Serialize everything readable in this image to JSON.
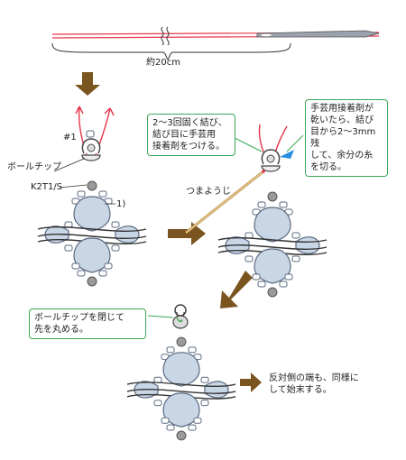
{
  "length_label": "約20cm",
  "labels": {
    "ring_number": "#1",
    "ball_chip": "ボールチップ",
    "bead_code": "K2T1/S",
    "part_ref": "1)",
    "toothpick": "つまようじ"
  },
  "callouts": {
    "knot": "2〜3回固く結び、\n結び目に手芸用\n接着剤をつける。",
    "trim": "手芸用接着剤が\n乾いたら、結び\n目から2〜3mm残\nして、余分の糸\nを切る。",
    "close": "ボールチップを閉じて\n先を丸める。"
  },
  "final_note": "反対側の端も、同様に\nして始末する。",
  "colors": {
    "thread": "#e8344a",
    "arrow": "#7a5520",
    "bead_fill": "#c9d6e6",
    "bead_stroke": "#5a6a80",
    "callout_border": "#3aa655",
    "cut_marker": "#2a8de0"
  }
}
